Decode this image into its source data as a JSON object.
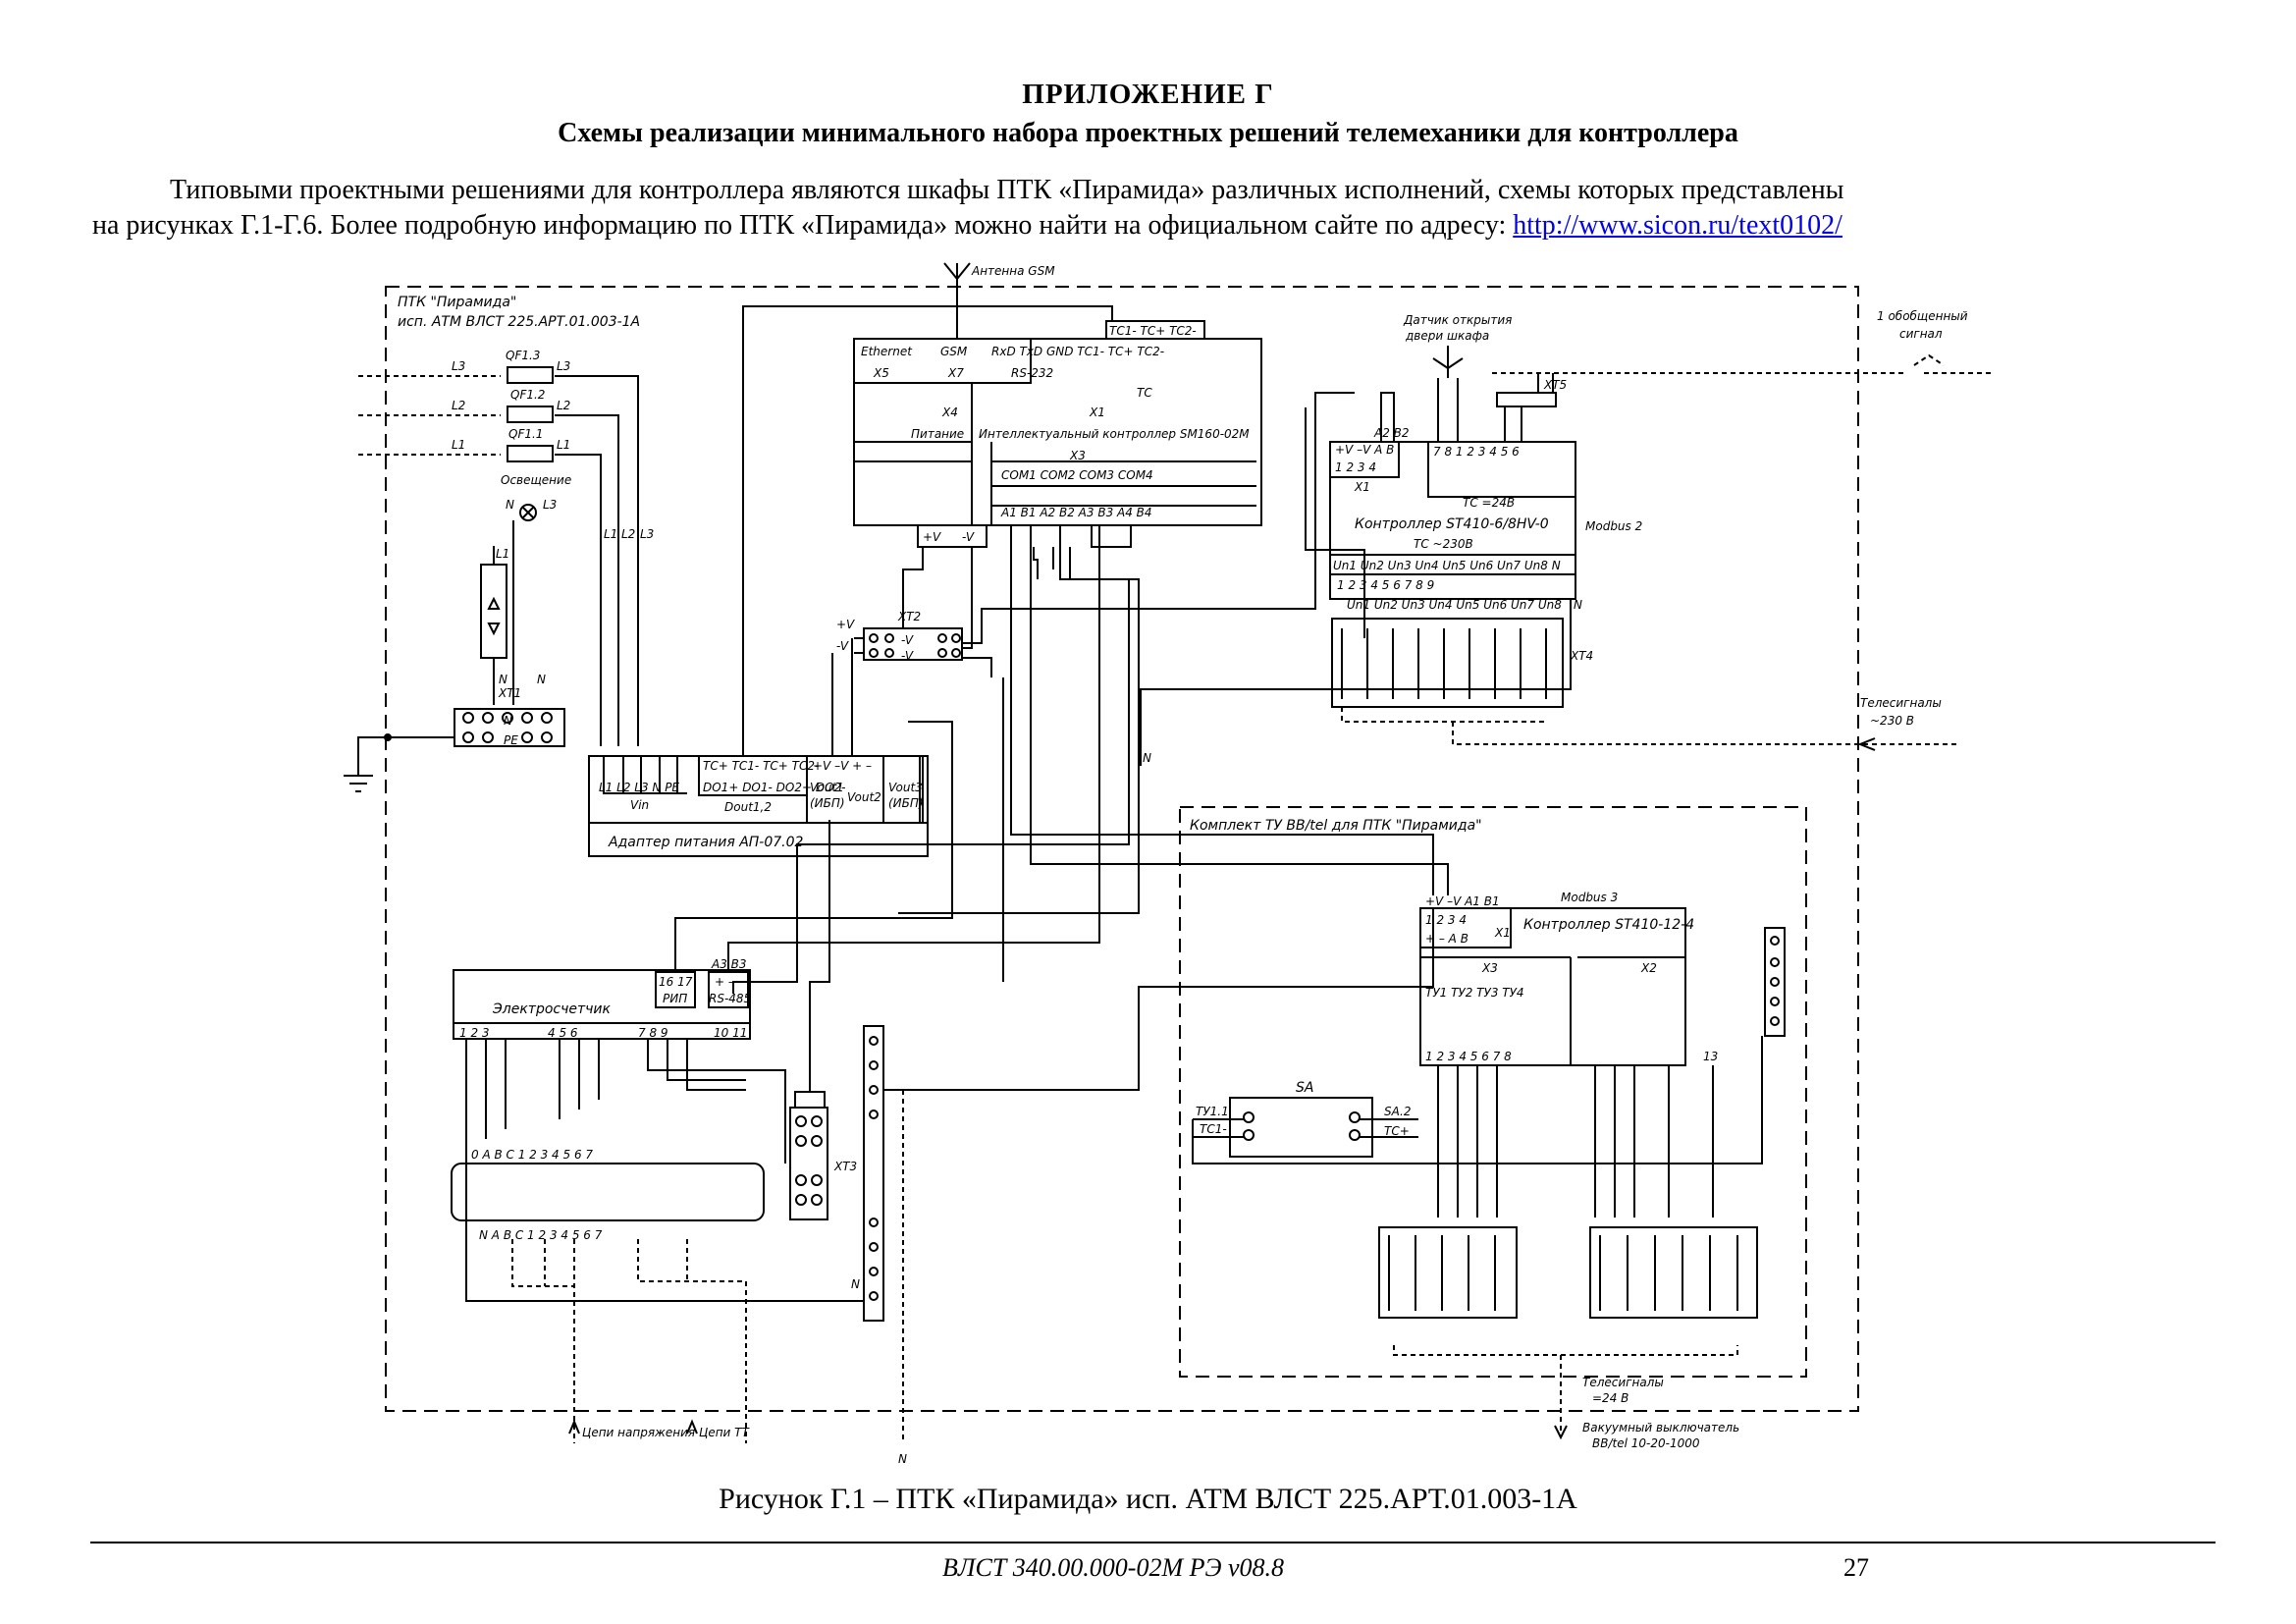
{
  "header": {
    "title": "ПРИЛОЖЕНИЕ Г",
    "subtitle": "Схемы реализации минимального набора проектных решений телемеханики для контроллера"
  },
  "body": {
    "line1": "Типовыми проектными решениями для контроллера являются шкафы ПТК «Пирамида» различных исполнений, схемы которых представлены",
    "line2_text": "на рисунках Г.1-Г.6. Более подробную информацию по ПТК «Пирамида» можно найти на официальном сайте по адресу: ",
    "link": "http://www.sicon.ru/text0102/"
  },
  "diagram": {
    "cabinet_title_1": "ПТК \"Пирамида\"",
    "cabinet_title_2": "исп. АТМ ВЛСТ 225.АРТ.01.003-1А",
    "antenna": "Антенна GSM",
    "door_sensor_1": "Датчик открытия",
    "door_sensor_2": "двери шкафа",
    "generalized_1": "1 обобщенный",
    "generalized_2": "сигнал",
    "xt5": "XT5",
    "qf13": "QF1.3",
    "qf12": "QF1.2",
    "qf11": "QF1.1",
    "lighting": "Освещение",
    "l1": "L1",
    "l2": "L2",
    "l3": "L3",
    "n": "N",
    "pe": "PE",
    "xt1": "XT1",
    "xt2": "XT2",
    "xt3": "XT3",
    "xt4": "XT4",
    "x1": "X1",
    "x3": "X3",
    "x4": "X4",
    "x5": "X5",
    "x7": "X7",
    "ethernet": "Ethernet",
    "gsm": "GSM",
    "rs232": "RS-232",
    "tc": "TC",
    "power": "Питание",
    "sm160": "Интеллектуальный контроллер SM160-02M",
    "plus_v": "+V",
    "minus_v": "-V",
    "st410_6": "Контроллер ST410-6/8HV-0",
    "tc_24": "TC =24В",
    "tc_230": "TC ~230В",
    "modbus2": "Modbus 2",
    "telesignals_230_1": "Телесигналы",
    "telesignals_230_2": "~230 В",
    "vin": "Vin",
    "dout": "Dout1,2",
    "vout1": "Vout1",
    "vout2": "Vout2",
    "vout3": "Vout3",
    "ibp": "(ИБП)",
    "adapter": "Адаптер питания АП-07.02",
    "tu_kit": "Комплект ТУ ВВ/tel для ПТК \"Пирамида\"",
    "modbus3": "Modbus 3",
    "st410_12": "Контроллер ST410-12-4",
    "x2": "X2",
    "meter": "Электросчетчик",
    "rip": "РИП",
    "rs485": "RS-485",
    "sa": "SA",
    "sa2": "SA.2",
    "tu11": "ТУ1.1",
    "tc1m": "ТС1-",
    "tcp": "ТС+",
    "tele24_1": "Телесигналы",
    "tele24_2": "=24 В",
    "breaker_1": "Вакуумный выключатель",
    "breaker_2": "ВВ/tel 10-20-1000",
    "voltage_circuits": "Цепи напряжения",
    "current_circuits": "Цепи ТТ"
  },
  "caption": "Рисунок Г.1 – ПТК «Пирамида» исп. АТМ ВЛСТ 225.АРТ.01.003-1А",
  "footer": {
    "doc": "ВЛСТ 340.00.000-02М РЭ  v08.8",
    "page": "27"
  }
}
